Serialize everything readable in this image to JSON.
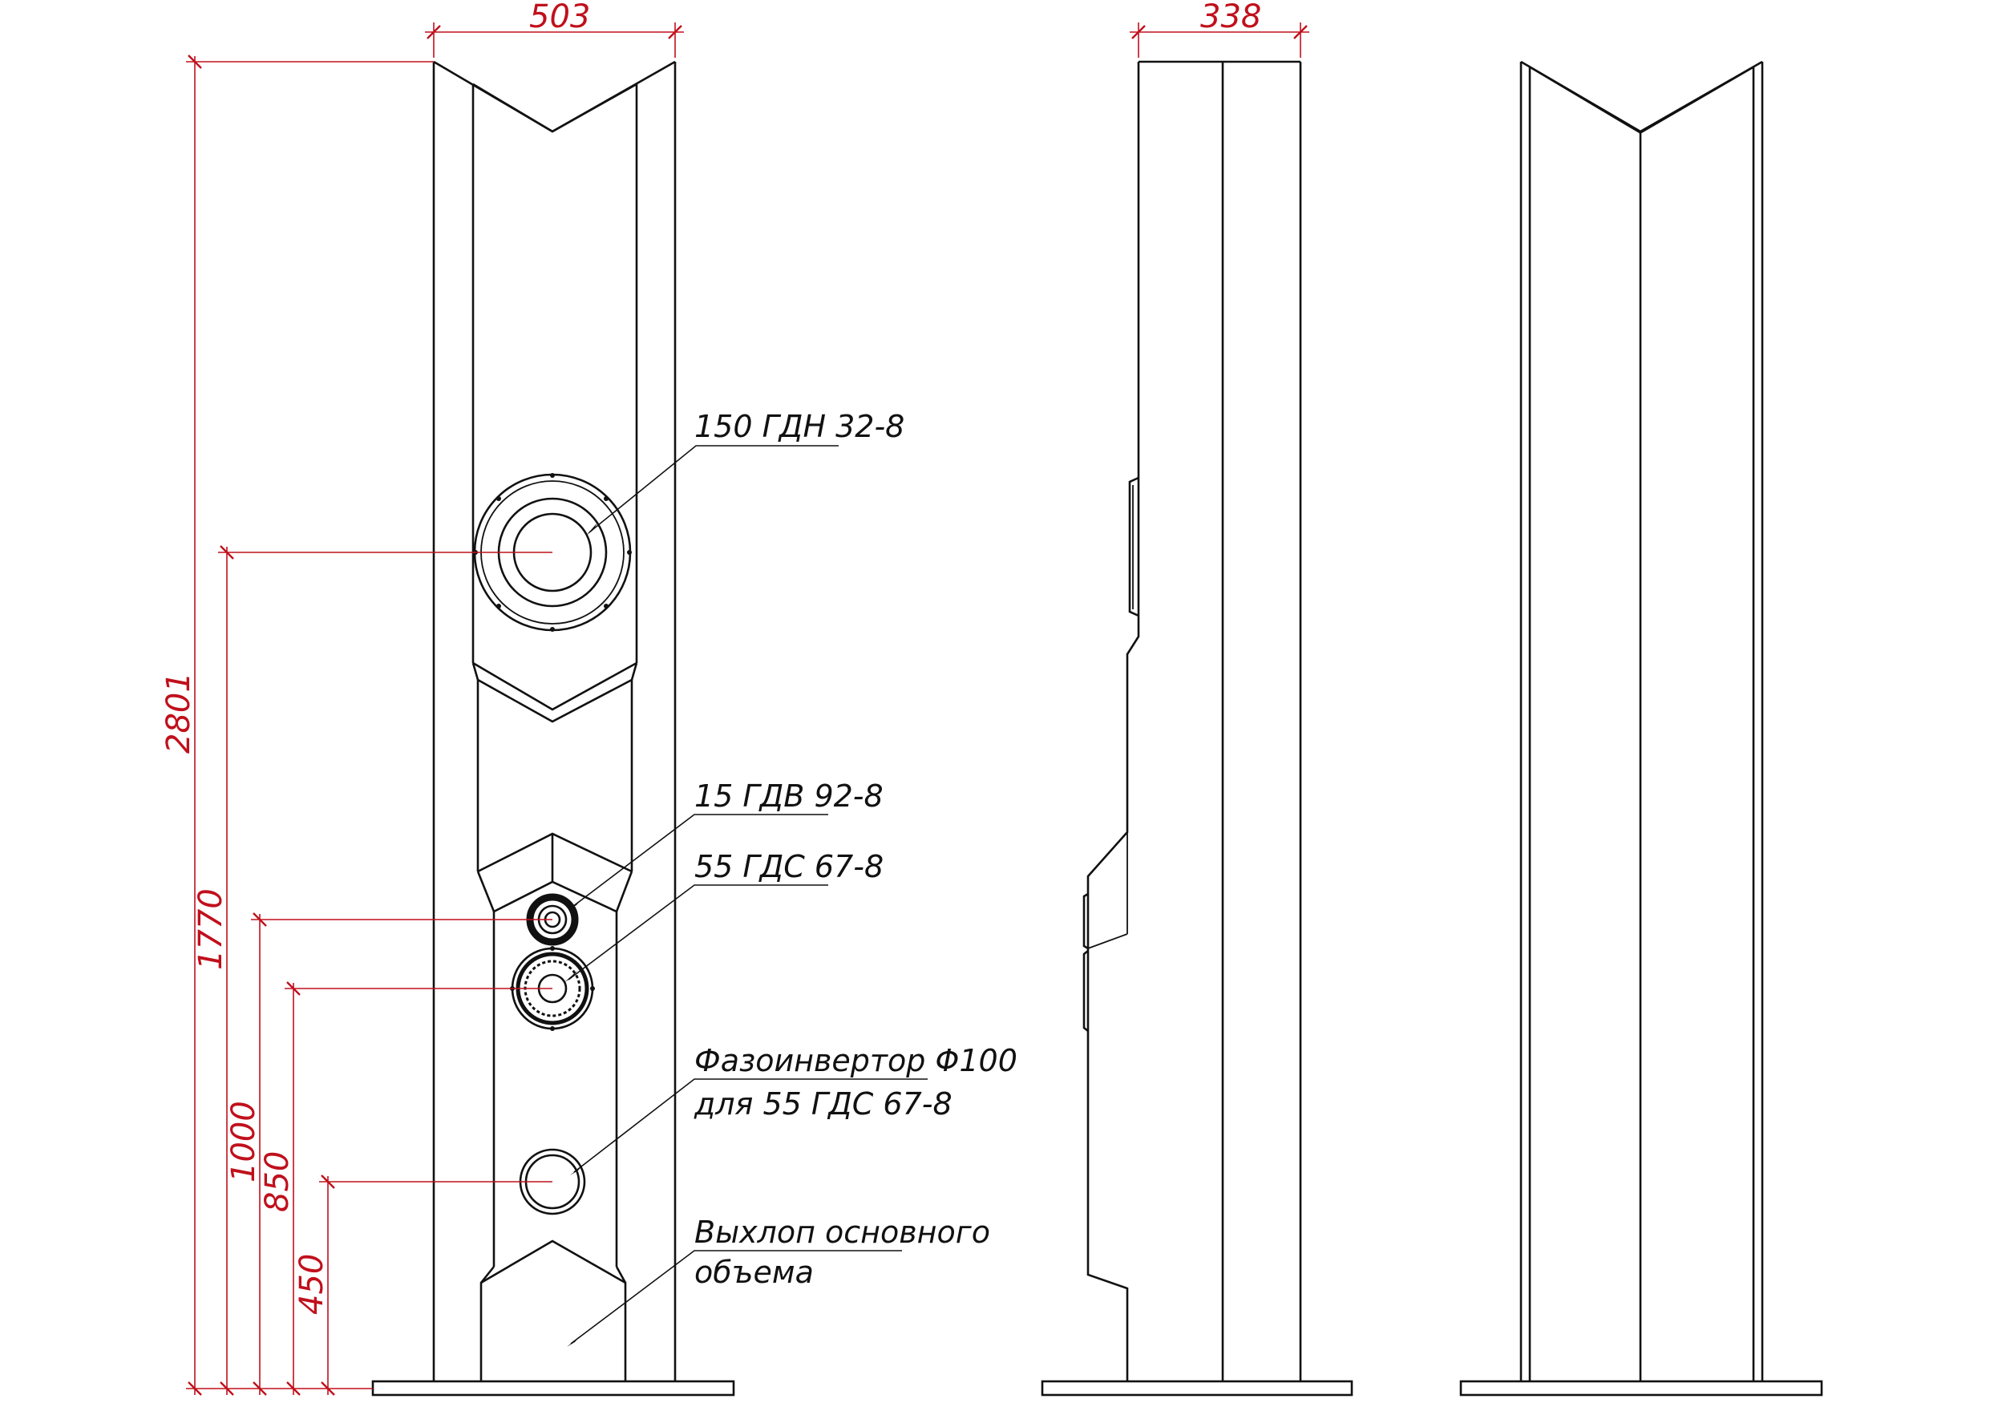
{
  "dimensions": {
    "front_width": "503",
    "side_depth": "338",
    "total_height": "2801",
    "woofer_height": "1770",
    "tweeter_height": "1000",
    "midrange_height": "850",
    "port_height": "450"
  },
  "labels": {
    "woofer": "150 ГДН 32-8",
    "tweeter": "15 ГДВ 92-8",
    "midrange": "55 ГДС 67-8",
    "port_line1": "Фазоинвертор  Φ100",
    "port_line2": "для  55 ГДС 67-8",
    "exhaust_line1": "Выхлоп основного",
    "exhaust_line2": "объема"
  },
  "colors": {
    "outline": "#111111",
    "dimension": "#c0101c",
    "background": "#ffffff"
  }
}
